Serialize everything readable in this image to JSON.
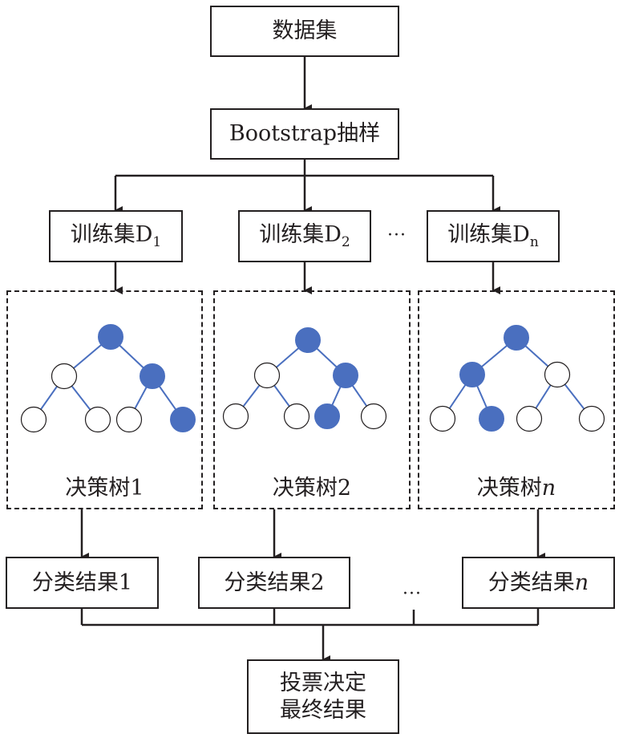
{
  "title": "Random forest flowchart",
  "dataset": {
    "label": "数据集"
  },
  "sampling": {
    "label": "Bootstrap抽样"
  },
  "training_sets": [
    {
      "prefix": "训练集D",
      "sub": "1"
    },
    {
      "prefix": "训练集D",
      "sub": "2"
    },
    {
      "prefix": "训练集D",
      "sub": "n"
    }
  ],
  "ellipsis": "···",
  "trees": [
    {
      "prefix": "决策树",
      "suffix": "1",
      "suffix_italic": false,
      "filled": {
        "root": true,
        "l": false,
        "r": true,
        "ll": false,
        "lr": false,
        "rl": false,
        "rr": true
      }
    },
    {
      "prefix": "决策树",
      "suffix": "2",
      "suffix_italic": false,
      "filled": {
        "root": true,
        "l": false,
        "r": true,
        "ll": false,
        "lr": false,
        "rl": true,
        "rr": false
      }
    },
    {
      "prefix": "决策树",
      "suffix": "n",
      "suffix_italic": true,
      "filled": {
        "root": true,
        "l": true,
        "r": false,
        "ll": false,
        "lr": true,
        "rl": false,
        "rr": false
      }
    }
  ],
  "results": [
    {
      "prefix": "分类结果",
      "suffix": "1"
    },
    {
      "prefix": "分类结果",
      "suffix": "2"
    },
    {
      "prefix": "分类结果",
      "suffix": "n"
    }
  ],
  "final": {
    "line1": "投票决定",
    "line2": "最终结果"
  },
  "colors": {
    "node_fill": "#4a6fbf",
    "edge": "#4a6fbf",
    "line": "#231f20"
  }
}
